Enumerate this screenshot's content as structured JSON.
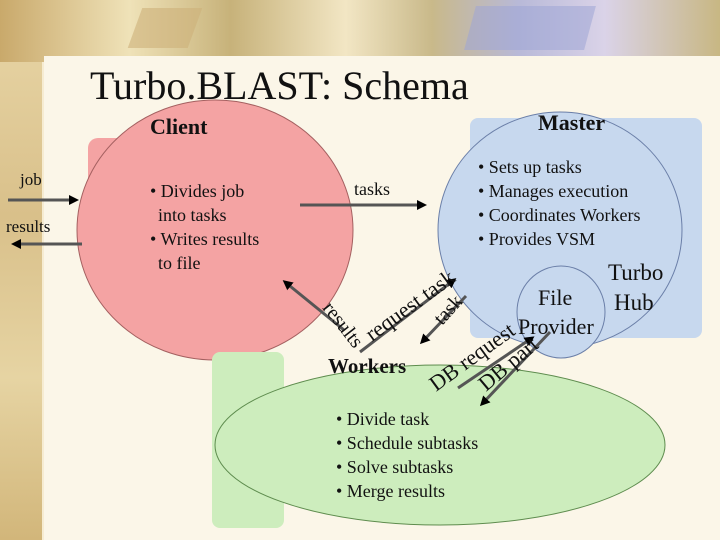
{
  "title": "Turbo.BLAST: Schema",
  "client": {
    "label": "Client",
    "bullets": [
      "• Divides job",
      "into tasks",
      "• Writes results",
      "to file"
    ]
  },
  "master": {
    "label": "Master",
    "bullets": [
      "• Sets up tasks",
      "• Manages execution",
      "• Coordinates Workers",
      "• Provides VSM"
    ]
  },
  "workers": {
    "label": "Workers",
    "bullets": [
      "• Divide task",
      "• Schedule subtasks",
      "• Solve subtasks",
      "• Merge results"
    ]
  },
  "file_provider": {
    "line1": "File",
    "line2": "Provider"
  },
  "turbo_hub": {
    "line1": "Turbo",
    "line2": "Hub"
  },
  "edges": {
    "job": "job",
    "results_out": "results",
    "tasks": "tasks",
    "results_in": "results",
    "request_task": "request task",
    "task": "task",
    "db_request": "DB request",
    "db_part": "DB part"
  },
  "colors": {
    "client": "#f4a3a3",
    "master": "#c7d8ee",
    "workers": "#cdedbd",
    "arrow": "#555555"
  }
}
